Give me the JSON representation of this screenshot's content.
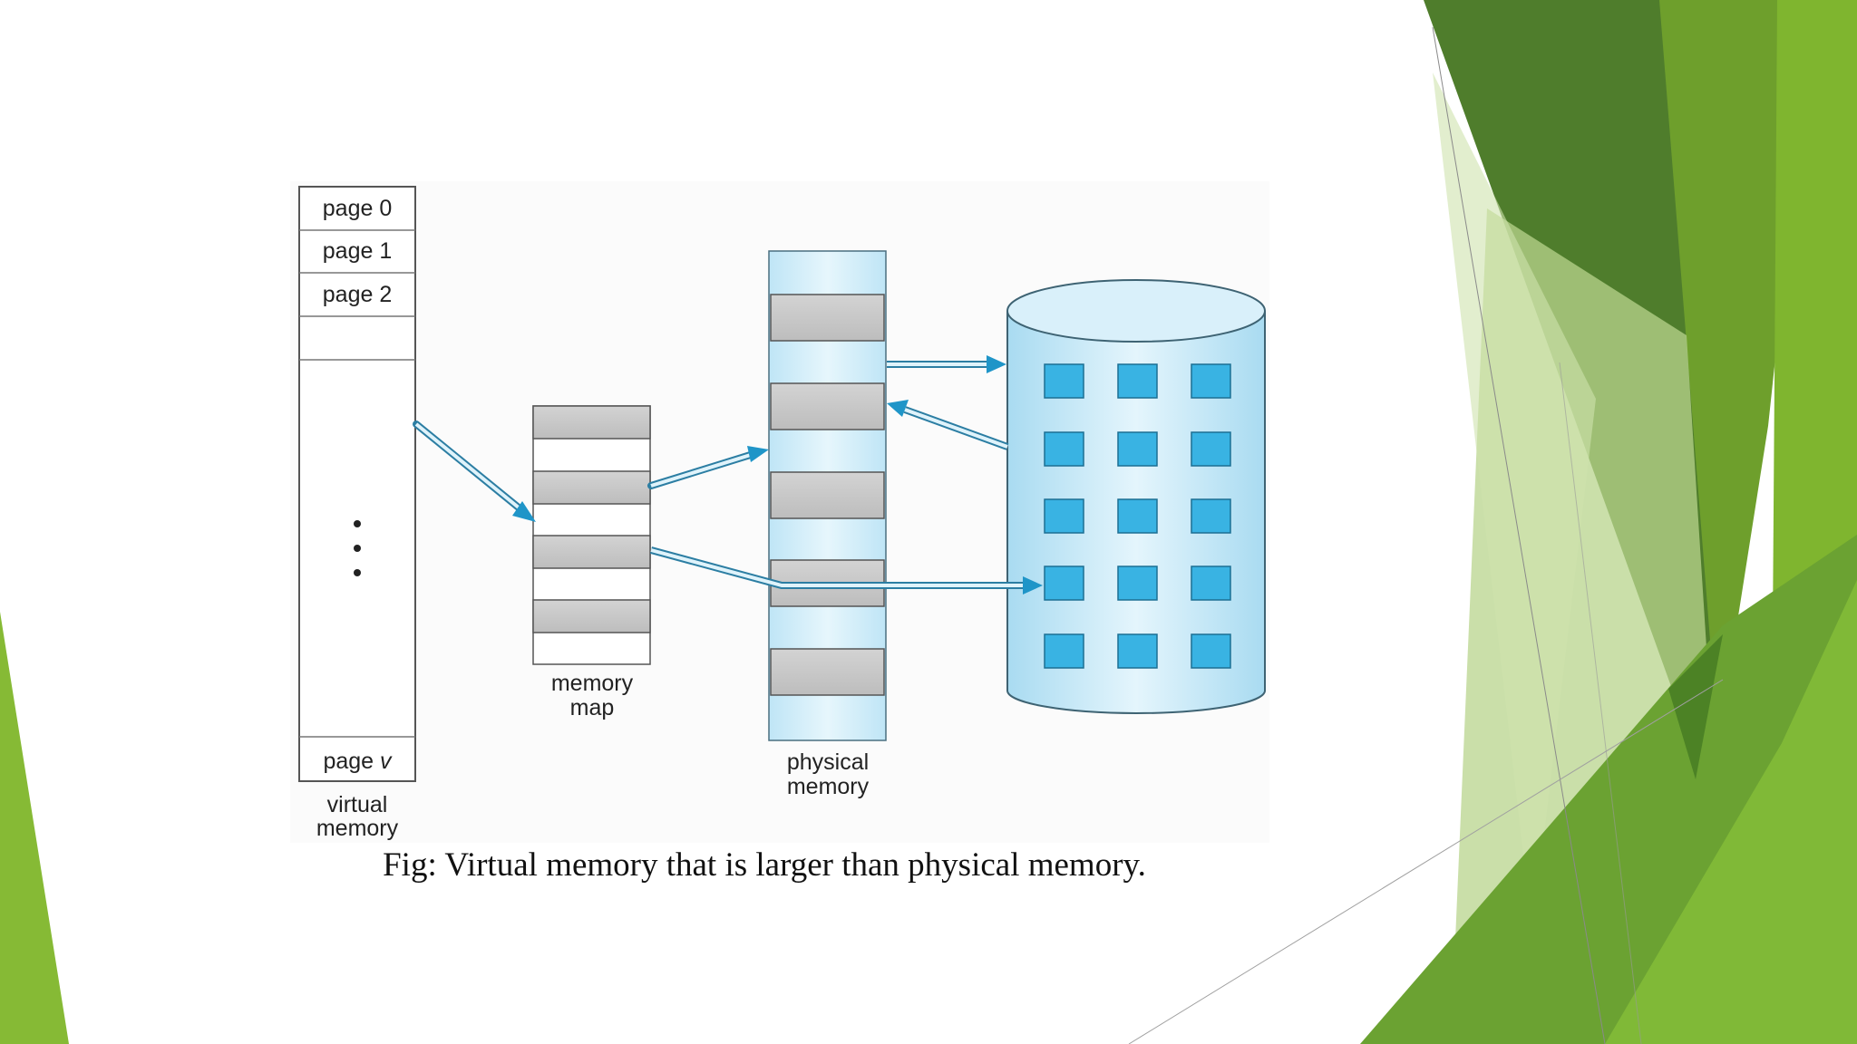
{
  "diagram": {
    "virtual_memory": {
      "pages": [
        "page 0",
        "page 1",
        "page 2"
      ],
      "last_page_prefix": "page",
      "last_page_var": "v",
      "label_line1": "virtual",
      "label_line2": "memory"
    },
    "memory_map": {
      "label_line1": "memory",
      "label_line2": "map"
    },
    "physical_memory": {
      "label_line1": "physical",
      "label_line2": "memory"
    },
    "caption": "Fig: Virtual memory that is larger than physical memory."
  },
  "colors": {
    "accent_green_dark": "#4f7d2c",
    "accent_green": "#72a92c",
    "accent_green_light": "#8cbf3a",
    "frame_blue": "#cde9f5",
    "block_blue": "#39b3e3",
    "block_gray": "#c8c8c8",
    "arrow_blue": "#1f95c8"
  }
}
